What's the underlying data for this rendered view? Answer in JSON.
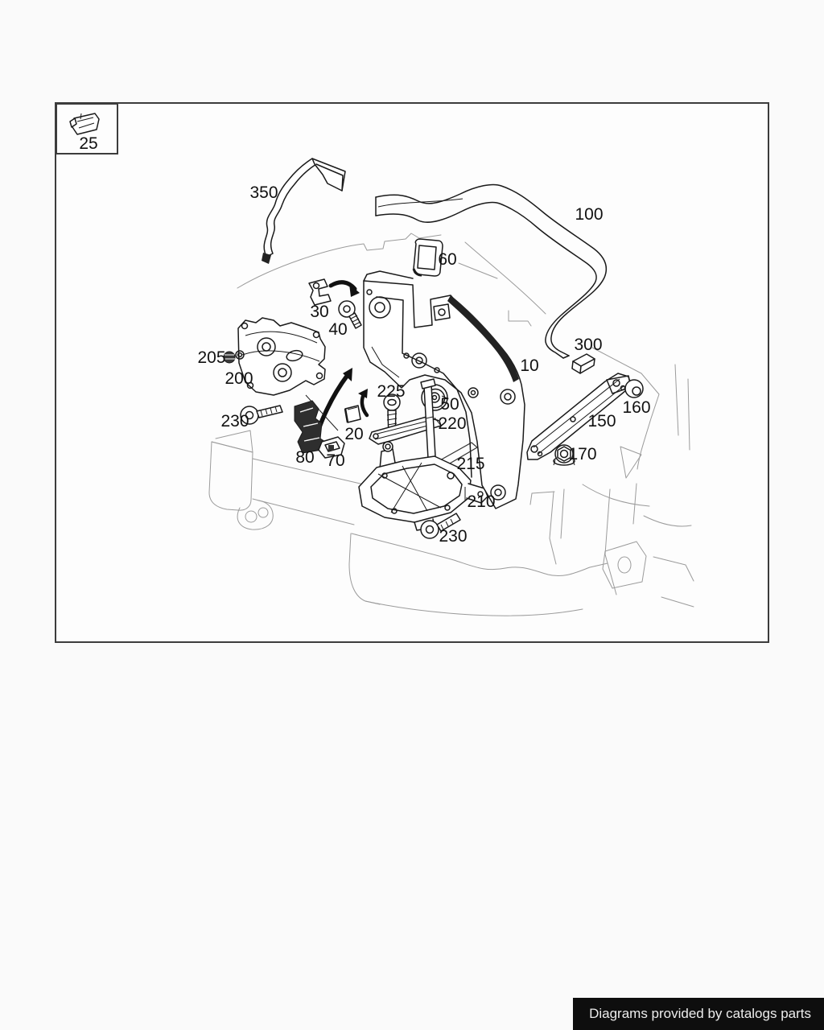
{
  "page": {
    "background": "#fafafa"
  },
  "footer": {
    "text": "Diagrams provided by catalogs parts",
    "bg": "#0e0e0e",
    "color": "#ededed"
  },
  "diagram": {
    "inset": {
      "label": "25"
    },
    "colors": {
      "line": "#1a1a1a",
      "faint": "#9b9b9b",
      "border": "#3c3c3c"
    },
    "labels": [
      {
        "part": "350",
        "text": "350"
      },
      {
        "part": "100",
        "text": "100"
      },
      {
        "part": "60",
        "text": "60"
      },
      {
        "part": "30",
        "text": "30"
      },
      {
        "part": "40",
        "text": "40"
      },
      {
        "part": "205",
        "text": "205"
      },
      {
        "part": "200",
        "text": "200"
      },
      {
        "part": "230-upper",
        "text": "230"
      },
      {
        "part": "20",
        "text": "20"
      },
      {
        "part": "80",
        "text": "80"
      },
      {
        "part": "70",
        "text": "70"
      },
      {
        "part": "225",
        "text": "225"
      },
      {
        "part": "50",
        "text": "50"
      },
      {
        "part": "220",
        "text": "220"
      },
      {
        "part": "215",
        "text": "215"
      },
      {
        "part": "210",
        "text": "210"
      },
      {
        "part": "230-lower",
        "text": "230"
      },
      {
        "part": "10",
        "text": "10"
      },
      {
        "part": "300",
        "text": "300"
      },
      {
        "part": "160",
        "text": "160"
      },
      {
        "part": "150",
        "text": "150"
      },
      {
        "part": "170",
        "text": "170"
      }
    ]
  }
}
